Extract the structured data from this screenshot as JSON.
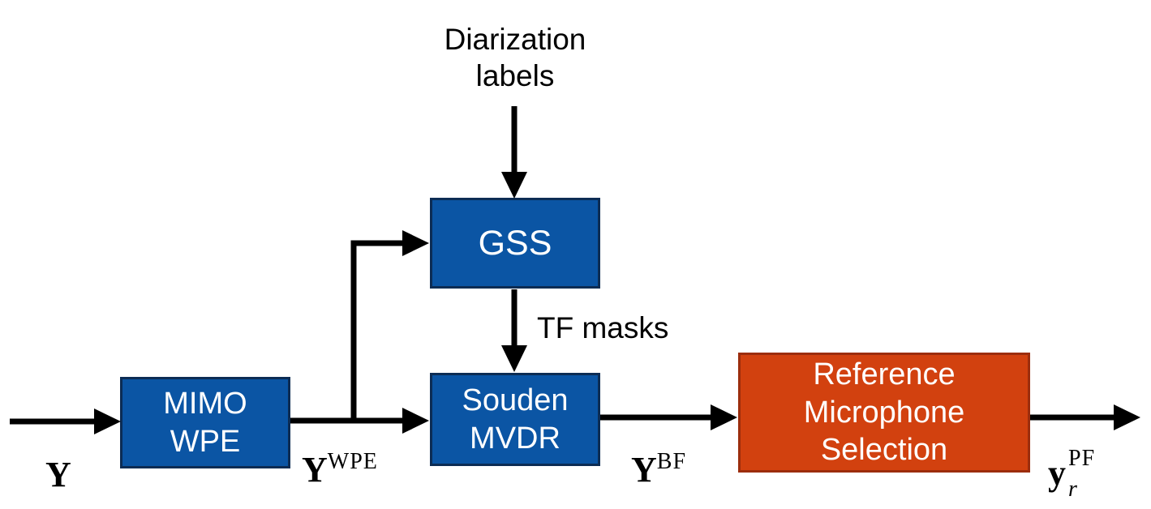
{
  "diagram": {
    "title_label": "Diarization\nlabels",
    "tf_masks_label": "TF masks",
    "blocks": {
      "mimo_wpe": {
        "label": "MIMO\nWPE"
      },
      "gss": {
        "label": "GSS"
      },
      "souden_mvdr": {
        "label": "Souden\nMVDR"
      },
      "ref_mic": {
        "label": "Reference\nMicrophone\nSelection"
      }
    },
    "signal_labels": {
      "input": {
        "base": "Y",
        "sup": ""
      },
      "wpe_out": {
        "base": "Y",
        "sup": "WPE"
      },
      "bf_out": {
        "base": "Y",
        "sup": "BF"
      },
      "output": {
        "base": "y",
        "sup": "PF",
        "sub": "r"
      }
    },
    "colors": {
      "block_blue": "#0B55A4",
      "block_blue_border": "#0C2C54",
      "block_red": "#D2410F",
      "block_red_border": "#9C2D0D",
      "arrow_black": "#000000"
    }
  }
}
